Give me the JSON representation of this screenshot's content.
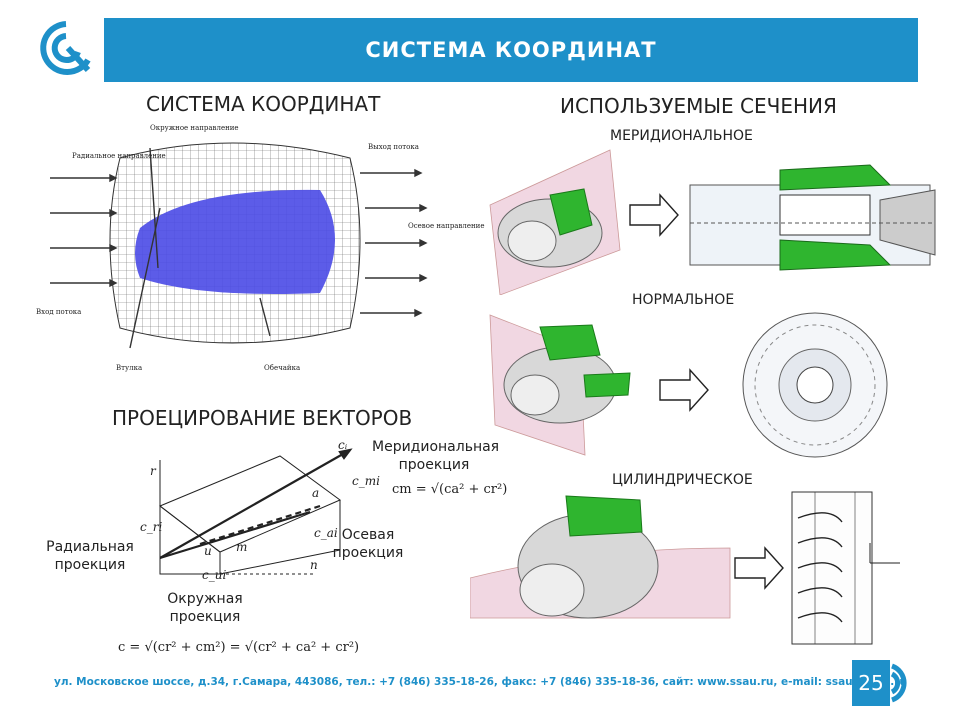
{
  "header": {
    "title": "СИСТЕМА КООРДИНАТ"
  },
  "left": {
    "coord_title": "СИСТЕМА КООРДИНАТ",
    "annotations": {
      "circumferential": "Окружное направление",
      "radial": "Радиальное направление",
      "outlet": "Выход потока",
      "axial": "Осевое направление",
      "inlet": "Вход потока",
      "hub": "Втулка",
      "shroud": "Обечайка"
    },
    "projection_title": "ПРОЕЦИРОВАНИЕ ВЕКТОРОВ",
    "meridional_projection": "Меридиональная проекция",
    "meridional_formula": "cm = √(ca² + cr²)",
    "axial_projection": "Осевая проекция",
    "radial_projection": "Радиальная проекция",
    "circumferential_projection": "Окружная проекция",
    "main_formula": "c = √(cr² + cm²) = √(cr² + ca² + cr²)",
    "vector_labels": {
      "ci": "cᵢ",
      "cmi": "c_mi",
      "cri": "c_ri",
      "cai": "c_ai",
      "cui": "c_ui",
      "r": "r",
      "a": "a",
      "m": "m",
      "u": "u",
      "n": "n"
    }
  },
  "right": {
    "sections_title": "ИСПОЛЬЗУЕМЫЕ СЕЧЕНИЯ",
    "meridional": "МЕРИДИОНАЛЬНОЕ",
    "normal": "НОРМАЛЬНОЕ",
    "cylindrical": "ЦИЛИНДРИЧЕСКОЕ"
  },
  "footer": {
    "text": "ул. Московское шоссе, д.34, г.Самара, 443086, тел.: +7 (846) 335-18-26, факс: +7 (846) 335-18-36, сайт: www.ssau.ru, e-mail: ssau@ssau.ru",
    "page_number": "25"
  },
  "colors": {
    "brand": "#1e90c9",
    "green": "#2fb52f",
    "blue_body": "#4a4ae6"
  }
}
